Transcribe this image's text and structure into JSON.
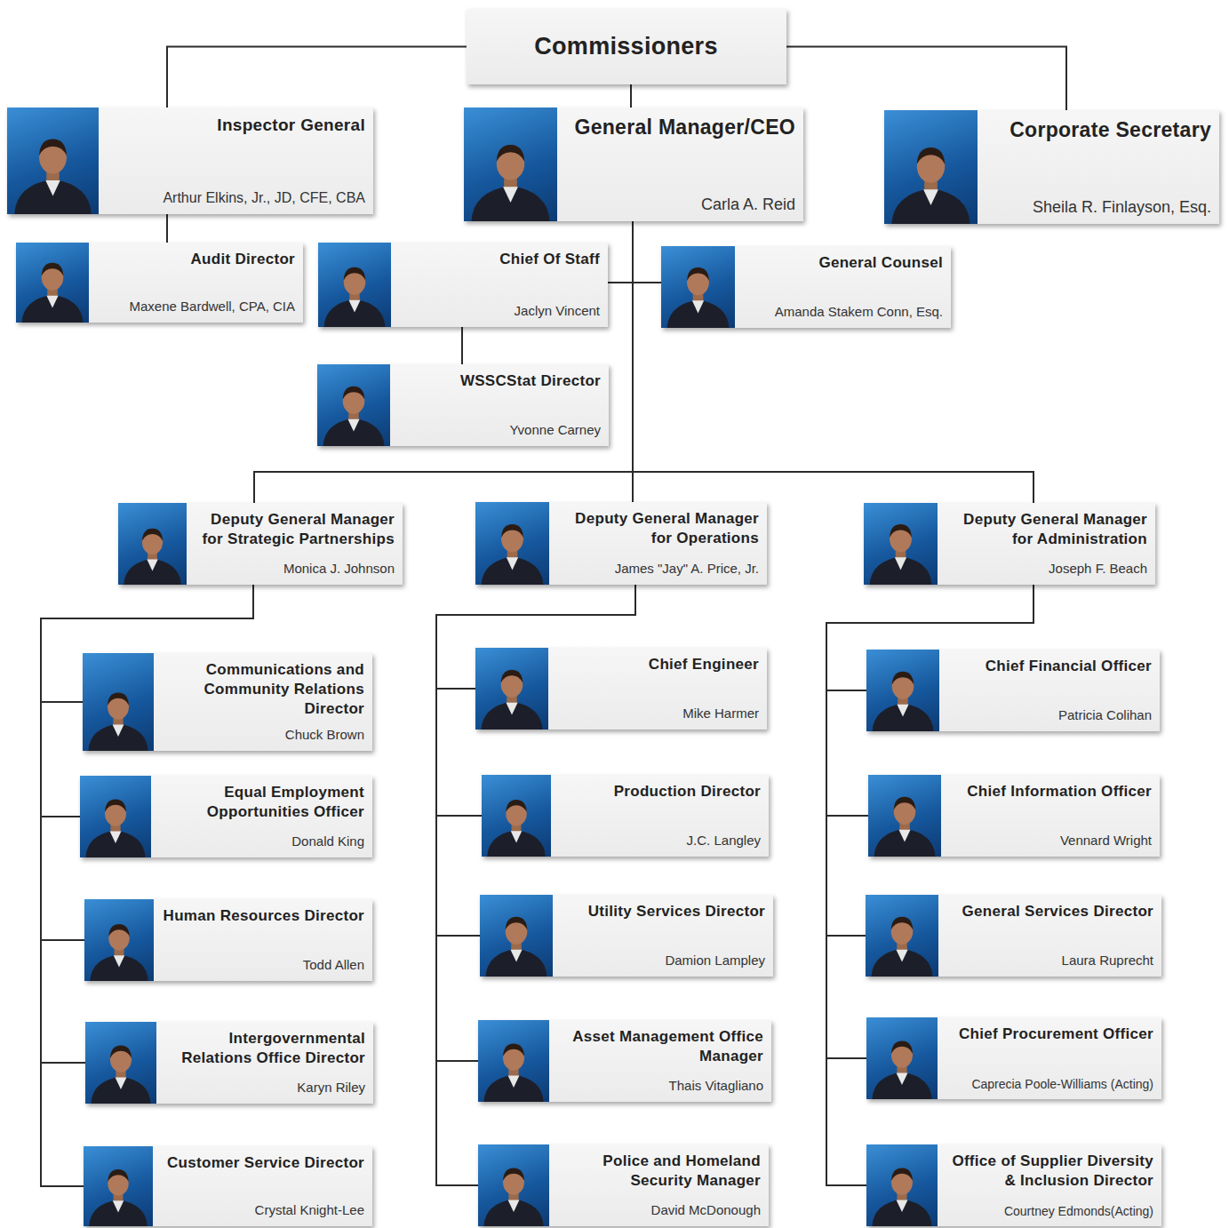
{
  "diagram": {
    "nodes": [
      {
        "text": [
          "Commissioners"
        ]
      },
      {
        "text": [
          "Inspector General",
          "Arthur Elkins, Jr., JD, CFE, CBA"
        ]
      },
      {
        "text": [
          "General Manager/CEO",
          "Carla A. Reid"
        ]
      },
      {
        "text": [
          "Corporate Secretary",
          "Sheila R. Finlayson, Esq."
        ]
      },
      {
        "text": [
          "Audit Director",
          "Maxene Bardwell, CPA, CIA"
        ]
      },
      {
        "text": [
          "Chief Of Staff",
          "Jaclyn Vincent"
        ]
      },
      {
        "text": [
          "General Counsel",
          "Amanda Stakem Conn, Esq."
        ]
      },
      {
        "text": [
          "WSSCStat Director",
          "Yvonne Carney"
        ]
      },
      {
        "text": [
          "Deputy General Manager for Strategic Partnerships",
          "Monica J. Johnson"
        ]
      },
      {
        "text": [
          "Deputy General Manager for Operations",
          "James \"Jay\" A. Price, Jr."
        ]
      },
      {
        "text": [
          "Deputy General Manager for Administration",
          "Joseph F. Beach"
        ]
      },
      {
        "text": [
          "Communications and Community Relations Director",
          "Chuck Brown"
        ]
      },
      {
        "text": [
          "Equal Employment Opportunities Officer",
          "Donald King"
        ]
      },
      {
        "text": [
          "Human Resources Director",
          "Todd Allen"
        ]
      },
      {
        "text": [
          "Intergovernmental Relations Office Director",
          "Karyn Riley"
        ]
      },
      {
        "text": [
          "Customer Service Director",
          "Crystal Knight-Lee"
        ]
      },
      {
        "text": [
          "Chief Engineer",
          "Mike Harmer"
        ]
      },
      {
        "text": [
          "Production Director",
          "J.C. Langley"
        ]
      },
      {
        "text": [
          "Utility Services Director",
          "Damion Lampley"
        ]
      },
      {
        "text": [
          "Asset Management Office Manager",
          "Thais Vitagliano"
        ]
      },
      {
        "text": [
          "Police and Homeland Security Manager",
          "David McDonough"
        ]
      },
      {
        "text": [
          "Chief Financial Officer",
          "Patricia Colihan"
        ]
      },
      {
        "text": [
          "Chief Information Officer",
          "Vennard Wright"
        ]
      },
      {
        "text": [
          "General Services Director",
          "Laura Ruprecht"
        ]
      },
      {
        "text": [
          "Chief Procurement Officer",
          "Caprecia Poole-Williams (Acting)"
        ]
      },
      {
        "text": [
          "Office of Supplier Diversity & Inclusion Director",
          "Courtney Edmonds(Acting)"
        ]
      }
    ],
    "edges": [
      {
        "from": 0,
        "to": 1,
        "arrow": "none"
      },
      {
        "from": 0,
        "to": 2,
        "arrow": "none"
      },
      {
        "from": 0,
        "to": 3,
        "arrow": "none"
      },
      {
        "from": 1,
        "to": 4,
        "arrow": "none"
      },
      {
        "from": 2,
        "to": 5,
        "arrow": "none"
      },
      {
        "from": 2,
        "to": 6,
        "arrow": "none"
      },
      {
        "from": 5,
        "to": 7,
        "arrow": "none"
      },
      {
        "from": 2,
        "to": 8,
        "arrow": "none"
      },
      {
        "from": 2,
        "to": 9,
        "arrow": "none"
      },
      {
        "from": 2,
        "to": 10,
        "arrow": "none"
      },
      {
        "from": 8,
        "to": 11,
        "arrow": "none"
      },
      {
        "from": 8,
        "to": 12,
        "arrow": "none"
      },
      {
        "from": 8,
        "to": 13,
        "arrow": "none"
      },
      {
        "from": 8,
        "to": 14,
        "arrow": "none"
      },
      {
        "from": 8,
        "to": 15,
        "arrow": "none"
      },
      {
        "from": 9,
        "to": 16,
        "arrow": "none"
      },
      {
        "from": 9,
        "to": 17,
        "arrow": "none"
      },
      {
        "from": 9,
        "to": 18,
        "arrow": "none"
      },
      {
        "from": 9,
        "to": 19,
        "arrow": "none"
      },
      {
        "from": 9,
        "to": 20,
        "arrow": "none"
      },
      {
        "from": 10,
        "to": 21,
        "arrow": "none"
      },
      {
        "from": 10,
        "to": 22,
        "arrow": "none"
      },
      {
        "from": 10,
        "to": 23,
        "arrow": "none"
      },
      {
        "from": 10,
        "to": 24,
        "arrow": "none"
      },
      {
        "from": 10,
        "to": 25,
        "arrow": "none"
      }
    ]
  }
}
